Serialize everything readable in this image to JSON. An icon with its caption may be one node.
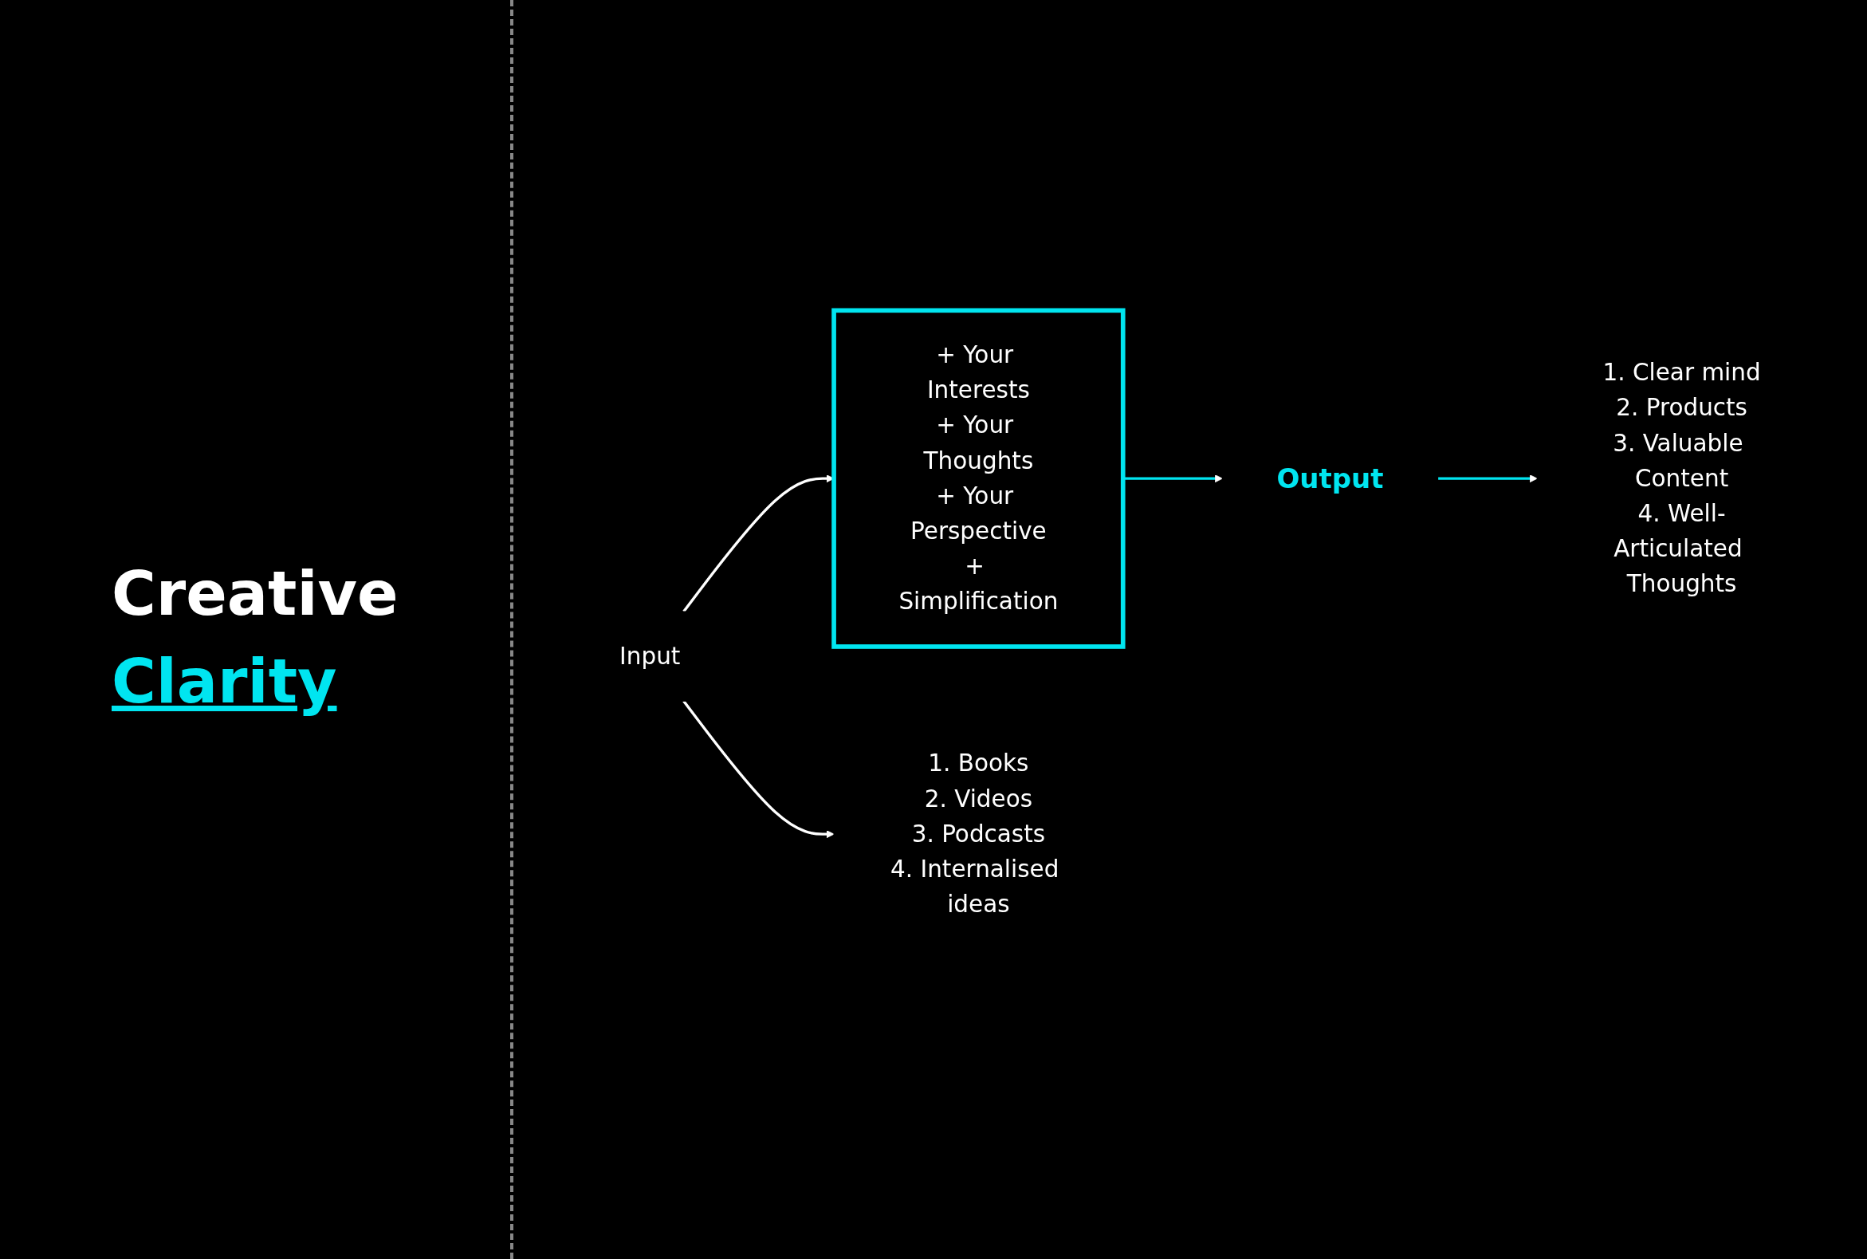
{
  "diagram": {
    "title": "Creative Clarity",
    "nodes": [
      {
        "text": [
          "Input"
        ]
      },
      {
        "text": [
          "+ Your Interests",
          "+ Your Thoughts",
          "+ Your Perspective",
          "+ Simplification"
        ]
      },
      {
        "text": [
          "Output"
        ]
      },
      {
        "text": [
          "1. Books",
          "2. Videos",
          "3. Podcasts",
          "4. Internalised ideas"
        ]
      },
      {
        "text": [
          "1. Clear mind",
          "2. Products",
          "3. Valuable Content",
          "4. Well-Articulated Thoughts"
        ]
      }
    ],
    "edges": [
      {
        "from": 0,
        "to": 1,
        "arrow": "to",
        "color": "#ffffff"
      },
      {
        "from": 1,
        "to": 2,
        "arrow": "to",
        "color": "#00e5f0"
      },
      {
        "from": 0,
        "to": 3,
        "arrow": "to",
        "color": "#ffffff"
      },
      {
        "from": 2,
        "to": 4,
        "arrow": "to",
        "color": "#00e5f0"
      }
    ]
  }
}
